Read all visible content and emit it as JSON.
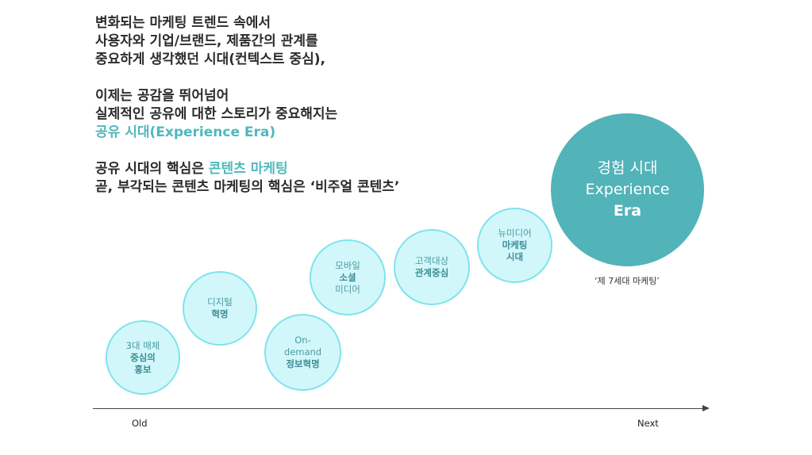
{
  "intro": {
    "block1": [
      "변화되는 마케팅 트렌드 속에서",
      "사용자와 기업/브랜드, 제품간의 관계를",
      "중요하게 생각했던 시대(컨텍스트 중심),"
    ],
    "block2": [
      "이제는 공감을 뛰어넘어",
      "실제적인 공유에 대한 스토리가 중요해지는"
    ],
    "block2_accent": "공유 시대(Experience Era)",
    "block3_line1_prefix": "공유 시대의 핵심은 ",
    "block3_line1_accent": "콘텐츠 마케팅",
    "block3_line2": "곧, 부각되는 콘텐츠 마케팅의 핵심은 ‘비주얼 콘텐츠’"
  },
  "bubbles": [
    {
      "line1": "3대 매체",
      "line2": "중심의",
      "line3": "홍보"
    },
    {
      "line1": "디지털",
      "line2": "혁명"
    },
    {
      "line1": "On-",
      "line2": "demand",
      "line3": "정보혁명"
    },
    {
      "line1": "모바일",
      "line2": "소셜",
      "line3": "미디어"
    },
    {
      "line1": "고객대상",
      "line2": "관계중심"
    },
    {
      "line1": "뉴미디어",
      "line2": "마케팅",
      "line3": "시대"
    }
  ],
  "big_circle": {
    "line1": "경험 시대",
    "line2": "Experience",
    "line3": "Era"
  },
  "caption": "‘제 7세대 마케팅’",
  "axis": {
    "start": "Old",
    "end": "Next"
  },
  "colors": {
    "accent": "#4fb8bd",
    "bubble_fill": "#d2f7fa",
    "bubble_border": "#7fe3ec",
    "big_circle": "#52b3b9"
  }
}
